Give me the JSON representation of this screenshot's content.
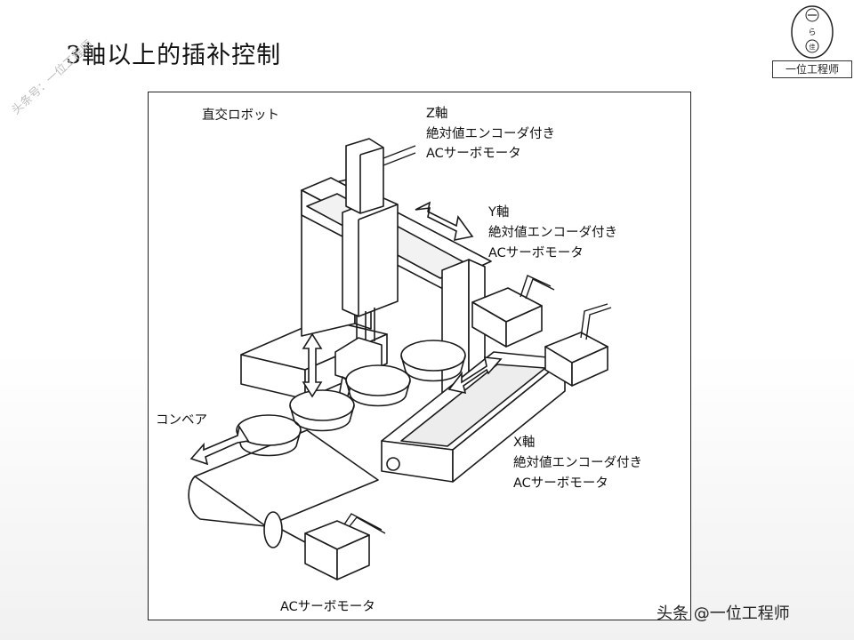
{
  "slide": {
    "title": "3軸以上的插补控制",
    "watermark": "头条号：一位工程师",
    "footer": "头条 @一位工程师"
  },
  "logo": {
    "label": "一位工程师",
    "glyph_top": "一",
    "glyph_mid": "ら",
    "glyph_bottom": "佳"
  },
  "diagram": {
    "robot_label": "直交ロボット",
    "z_axis": {
      "name": "Z軸",
      "line1": "絶対値エンコーダ付き",
      "line2": "ACサーボモータ"
    },
    "y_axis": {
      "name": "Y軸",
      "line1": "絶対値エンコーダ付き",
      "line2": "ACサーボモータ"
    },
    "x_axis": {
      "name": "X軸",
      "line1": "絶対値エンコーダ付き",
      "line2": "ACサーボモータ"
    },
    "conveyor_label": "コンベア",
    "conveyor_motor_label": "ACサーボモータ"
  }
}
